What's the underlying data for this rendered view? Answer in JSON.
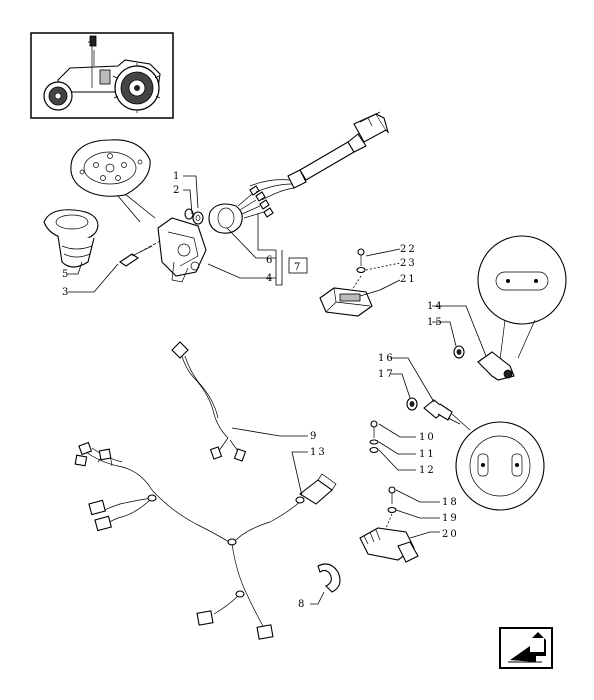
{
  "labels": {
    "l1": "1",
    "l2": "2",
    "l3": "3",
    "l4": "4",
    "l5": "5",
    "l6": "6",
    "l7": "7",
    "l8": "8",
    "l9": "9",
    "l10": "10",
    "l11": "11",
    "l12": "12",
    "l13": "13",
    "l14": "14",
    "l15": "15",
    "l16": "16",
    "l17": "17",
    "l18": "18",
    "l19": "19",
    "l20": "20",
    "l21": "21",
    "l22": "22",
    "l23": "23"
  },
  "icons": {
    "tractor": "tractor-thumbnail-icon",
    "nav": "next-page-arrow-icon"
  }
}
